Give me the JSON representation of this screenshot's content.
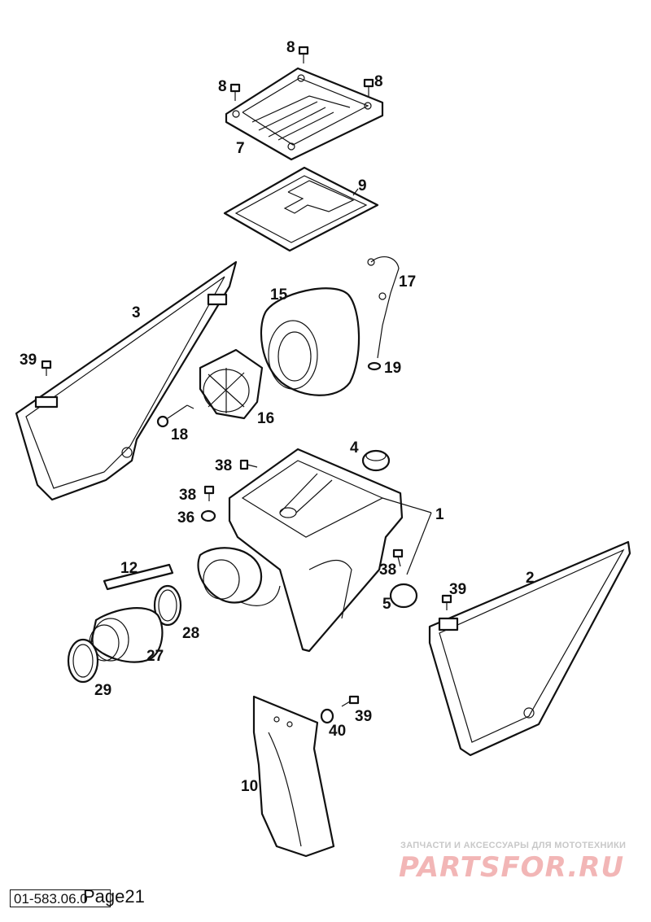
{
  "callouts": [
    "1",
    "2",
    "3",
    "4",
    "5",
    "7",
    "8",
    "9",
    "10",
    "12",
    "15",
    "16",
    "17",
    "18",
    "19",
    "27",
    "28",
    "29",
    "36",
    "38",
    "39",
    "40"
  ],
  "footer": {
    "code": "01-583.06.0",
    "page": "Page21"
  },
  "watermark": {
    "tagline": "ЗАПЧАСТИ И АКСЕССУАРЫ ДЛЯ МОТОТЕХНИКИ",
    "logo": "PARTSFOR.RU",
    "color": "#f2b6b6"
  }
}
